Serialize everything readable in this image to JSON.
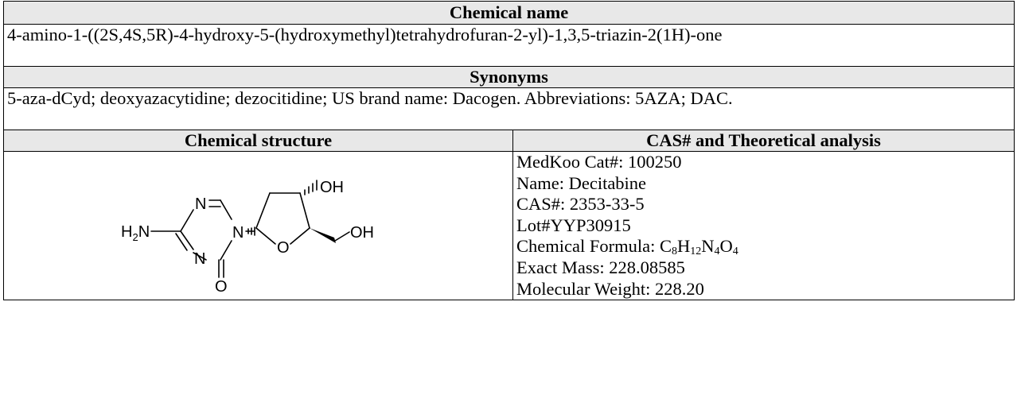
{
  "chemical_name": {
    "header": "Chemical name",
    "value": "4-amino-1-((2S,4S,5R)-4-hydroxy-5-(hydroxymethyl)tetrahydrofuran-2-yl)-1,3,5-triazin-2(1H)-one"
  },
  "synonyms": {
    "header": "Synonyms",
    "value": "5-aza-dCyd; deoxyazacytidine; dezocitidine; US brand name: Dacogen. Abbreviations: 5AZA; DAC."
  },
  "structure": {
    "header": "Chemical structure",
    "atoms": {
      "oh_top": "OH",
      "oh_side": "OH",
      "n_top": "N",
      "n_ring": "N",
      "n_bottom": "N",
      "amine_h": "H",
      "amine_sub": "2",
      "amine_n": "N",
      "o_ring": "O",
      "o_carbonyl": "O"
    }
  },
  "analysis": {
    "header": "CAS# and Theoretical analysis",
    "cat": "MedKoo Cat#: 100250",
    "name": "Name: Decitabine",
    "cas": "CAS#: 2353-33-5",
    "lot": "Lot#YYP30915",
    "formula_label": "Chemical Formula: ",
    "formula_parts": [
      "C",
      "8",
      "H",
      "12",
      "N",
      "4",
      "O",
      "4"
    ],
    "exact_mass": "Exact Mass: 228.08585",
    "mol_weight": "Molecular Weight: 228.20"
  }
}
